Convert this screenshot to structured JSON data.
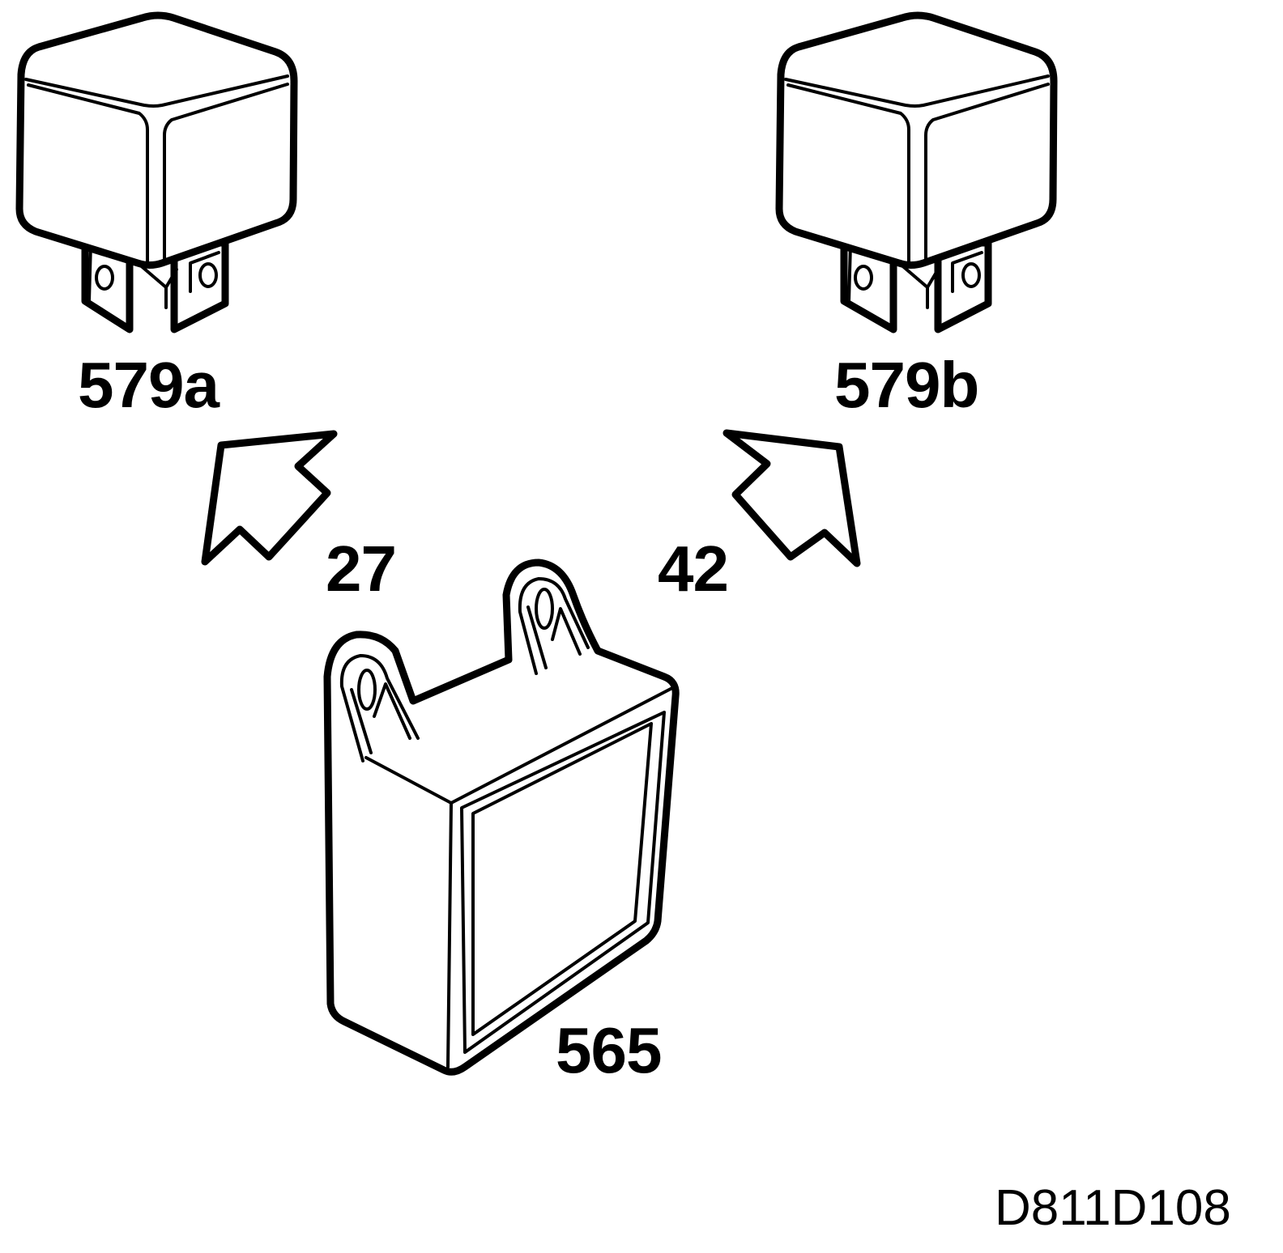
{
  "labels": {
    "relay_left": "579a",
    "relay_right": "579b",
    "module": "565",
    "arrow_left": "27",
    "arrow_right": "42",
    "drawing_code": "D811D108"
  },
  "icons": {
    "relay_left": "relay-icon",
    "relay_right": "relay-icon",
    "module": "control-module-icon",
    "arrow_left": "arrow-up-left-icon",
    "arrow_right": "arrow-up-right-icon"
  },
  "colors": {
    "line": "#000000",
    "background": "#ffffff"
  }
}
